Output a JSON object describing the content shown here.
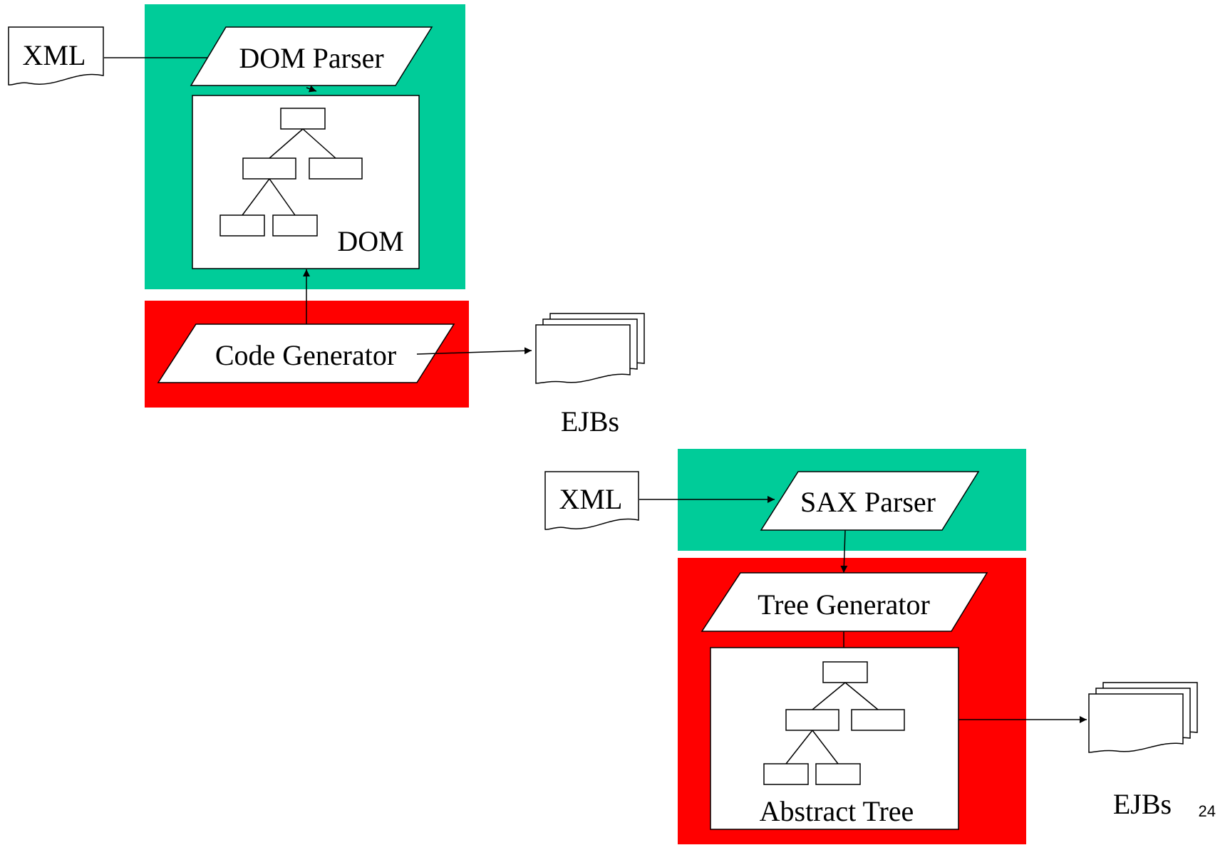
{
  "top": {
    "xml_label": "XML",
    "parser_label": "DOM Parser",
    "tree_label": "DOM",
    "generator_label": "Code Generator",
    "output_label": "EJBs"
  },
  "bottom": {
    "xml_label": "XML",
    "parser_label": "SAX Parser",
    "generator_label": "Tree Generator",
    "tree_label": "Abstract Tree",
    "output_label": "EJBs"
  },
  "page_number": "24",
  "colors": {
    "parser_region": "#00CC99",
    "generator_region": "#FF0000"
  }
}
